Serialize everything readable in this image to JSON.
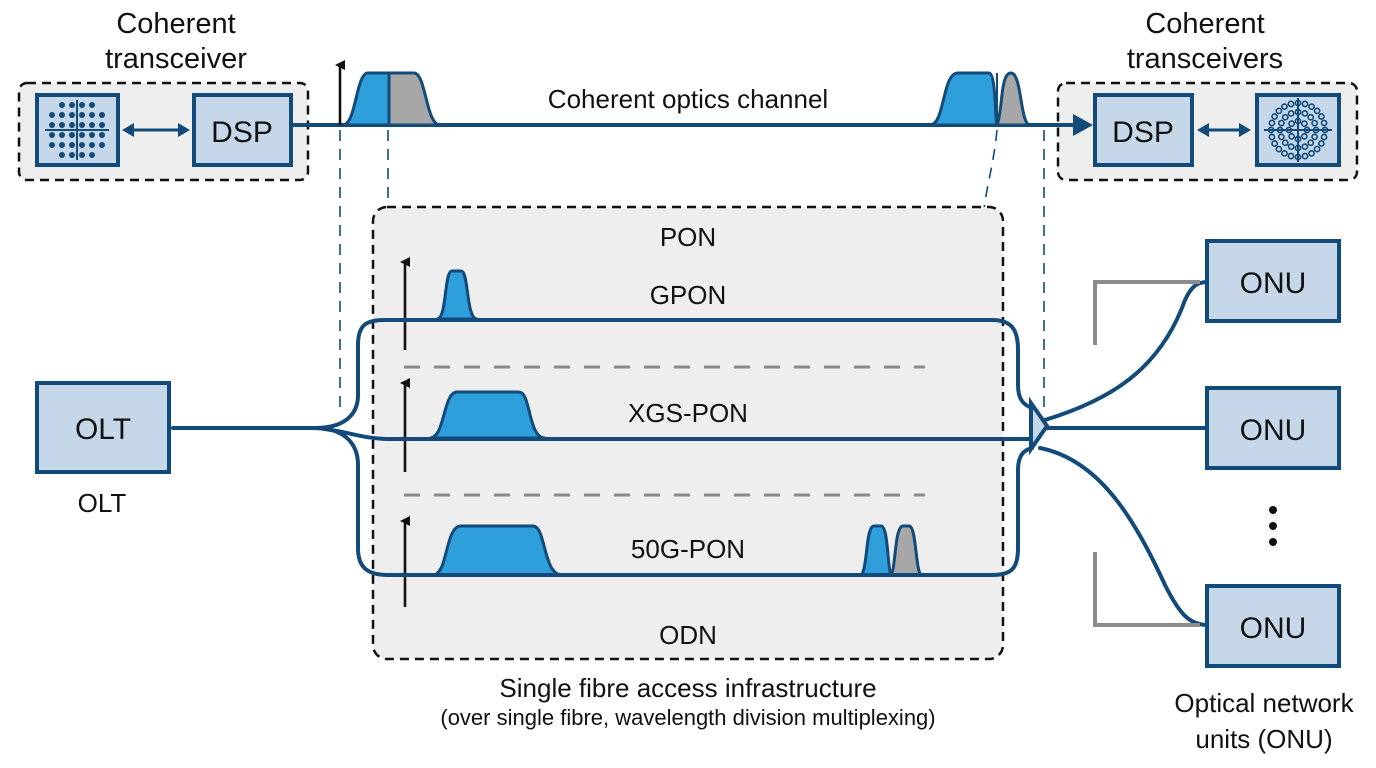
{
  "diagram": {
    "coherent_tx": {
      "title_line1": "Coherent",
      "title_line2": "transceiver",
      "dsp_label": "DSP",
      "constellation_icon": "qam-constellation-square"
    },
    "coherent_rx": {
      "title_line1": "Coherent",
      "title_line2": "transceivers",
      "dsp_label": "DSP",
      "constellation_icon": "qam-constellation-circular"
    },
    "channel_label": "Coherent optics channel",
    "pon_area": {
      "top_label": "PON",
      "bottom_label": "ODN",
      "channels": [
        {
          "label": "GPON"
        },
        {
          "label": "XGS-PON"
        },
        {
          "label": "50G-PON"
        }
      ],
      "caption_line1": "Single fibre access infrastructure",
      "caption_line2": "(over single fibre, wavelength division multiplexing)"
    },
    "olt": {
      "box_label": "OLT",
      "caption": "OLT"
    },
    "onus": [
      {
        "label": "ONU"
      },
      {
        "label": "ONU"
      },
      {
        "label": "ONU"
      }
    ],
    "onu_ellipsis": "⋮",
    "onu_caption_line1": "Optical network",
    "onu_caption_line2": "units (ONU)",
    "colors": {
      "fiber": "#124a7a",
      "box_fill": "#c5d7e8",
      "spectrum_blue": "#2f9fdc",
      "spectrum_gray": "#a7a7a7",
      "frame_fill": "#eeeeee"
    }
  }
}
